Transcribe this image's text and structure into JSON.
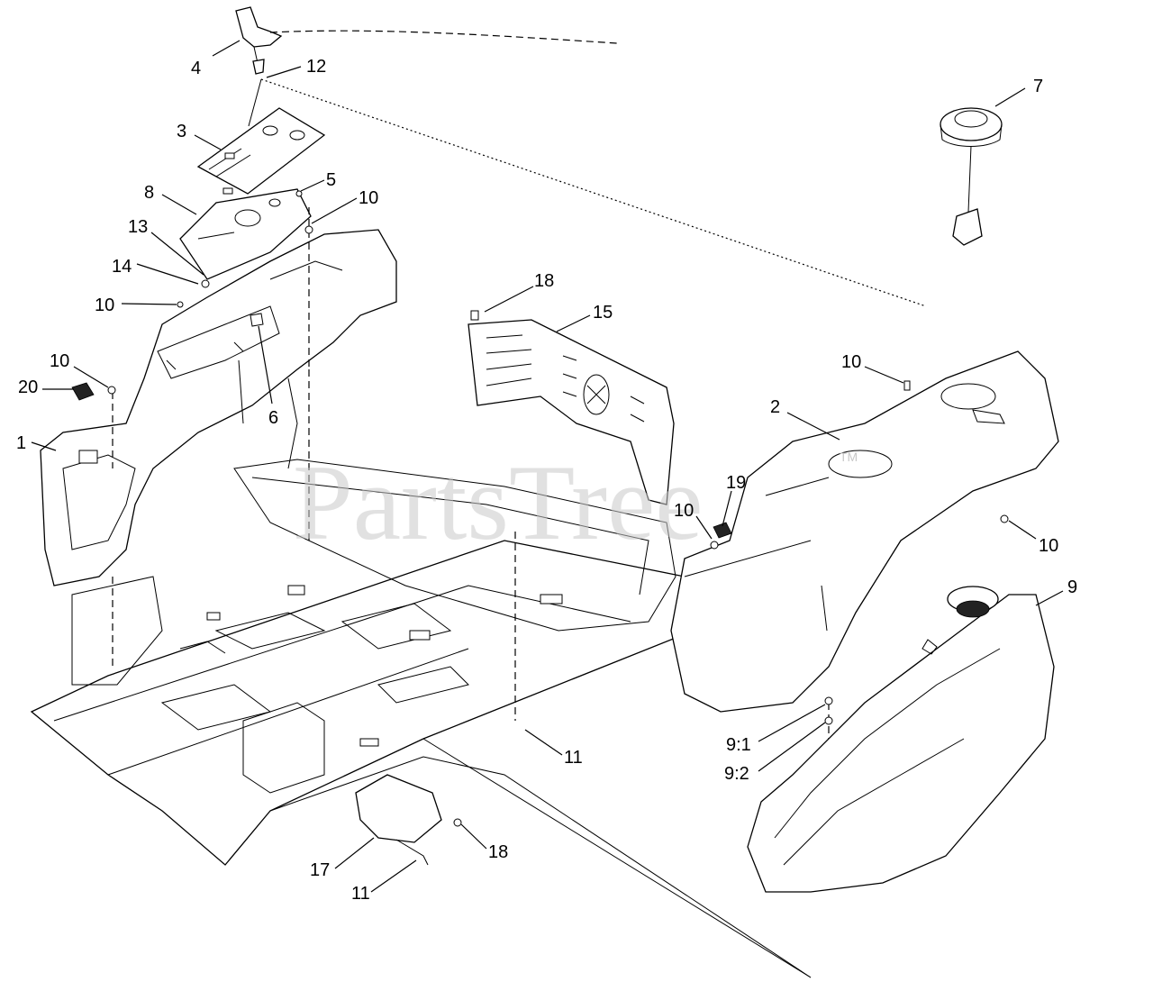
{
  "watermark": {
    "text": "PartsTree",
    "tm": "TM"
  },
  "callouts": {
    "c1": "1",
    "c2": "2",
    "c3": "3",
    "c4": "4",
    "c5": "5",
    "c6": "6",
    "c7": "7",
    "c8": "8",
    "c9": "9",
    "c9_1": "9:1",
    "c9_2": "9:2",
    "c10a": "10",
    "c10b": "10",
    "c10c": "10",
    "c10d": "10",
    "c10e": "10",
    "c10f": "10",
    "c11a": "11",
    "c11b": "11",
    "c12": "12",
    "c13": "13",
    "c14": "14",
    "c15": "15",
    "c17": "17",
    "c18a": "18",
    "c18b": "18",
    "c19": "19",
    "c20": "20"
  }
}
